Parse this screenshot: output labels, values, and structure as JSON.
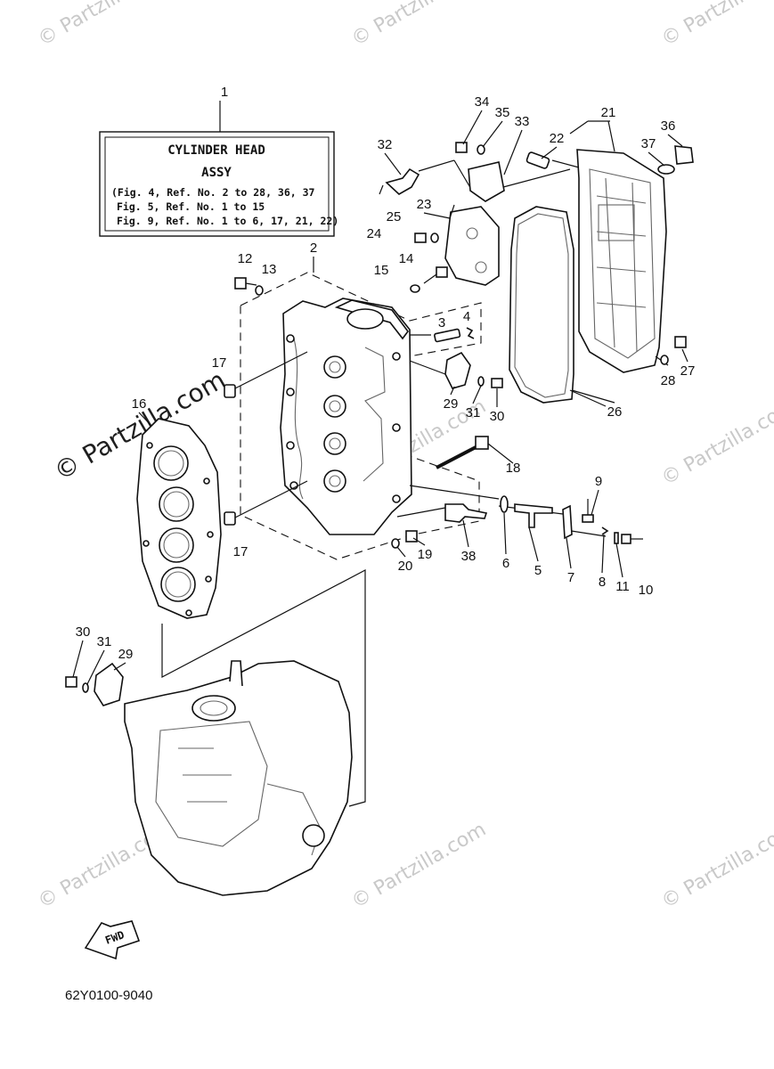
{
  "watermark": {
    "small": "© Partzilla.com",
    "large": "© Partzilla.com"
  },
  "title_box": {
    "line1": "CYLINDER HEAD",
    "line2": "ASSY",
    "line3": "(Fig. 4, Ref. No. 2 to 28, 36, 37",
    "line4": "Fig. 5, Ref. No. 1 to 15",
    "line5": "Fig. 9, Ref. No. 1 to 6, 17, 21, 22)"
  },
  "fwd_label": "FWD",
  "diagram_code": "62Y0100-9040",
  "callouts": [
    "1",
    "2",
    "3",
    "4",
    "5",
    "6",
    "7",
    "8",
    "9",
    "10",
    "11",
    "12",
    "13",
    "14",
    "15",
    "16",
    "17",
    "17",
    "18",
    "19",
    "20",
    "21",
    "22",
    "23",
    "24",
    "25",
    "26",
    "27",
    "28",
    "29",
    "29",
    "30",
    "30",
    "31",
    "31",
    "32",
    "33",
    "34",
    "35",
    "36",
    "37",
    "38"
  ]
}
